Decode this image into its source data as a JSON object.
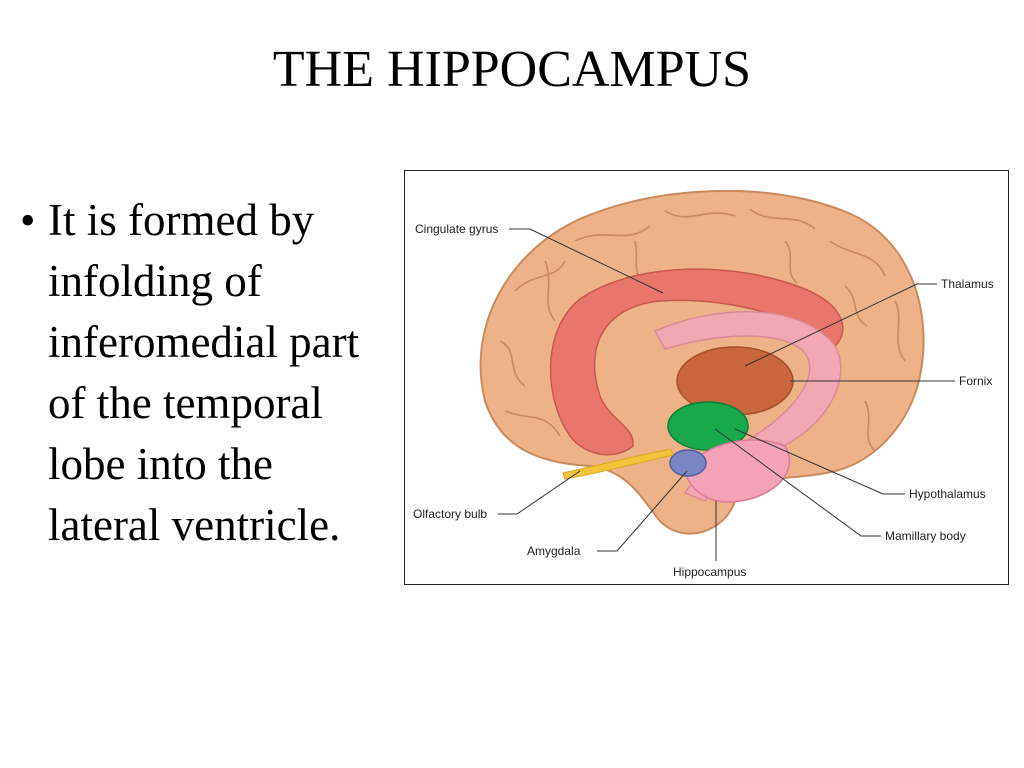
{
  "slide": {
    "title": "THE HIPPOCAMPUS",
    "bullets": [
      "It is formed by infolding of inferomedial part of the temporal lobe into the lateral ventricle."
    ]
  },
  "figure": {
    "labels": {
      "cingulate_gyrus": "Cingulate gyrus",
      "thalamus": "Thalamus",
      "fornix": "Fornix",
      "hypothalamus": "Hypothalamus",
      "olfactory_bulb": "Olfactory bulb",
      "amygdala": "Amygdala",
      "mamillary_body": "Mamillary body",
      "hippocampus": "Hippocampus"
    },
    "colors": {
      "brain": "#EDB288",
      "cingulate": "#E9766A",
      "fornix": "#F1A8B2",
      "thalamus": "#C9663E",
      "hypothalamus": "#17A94A",
      "amygdala": "#7A86C4",
      "olfactory": "#F2C43C",
      "hippocampus": "#F4A2B8"
    }
  }
}
